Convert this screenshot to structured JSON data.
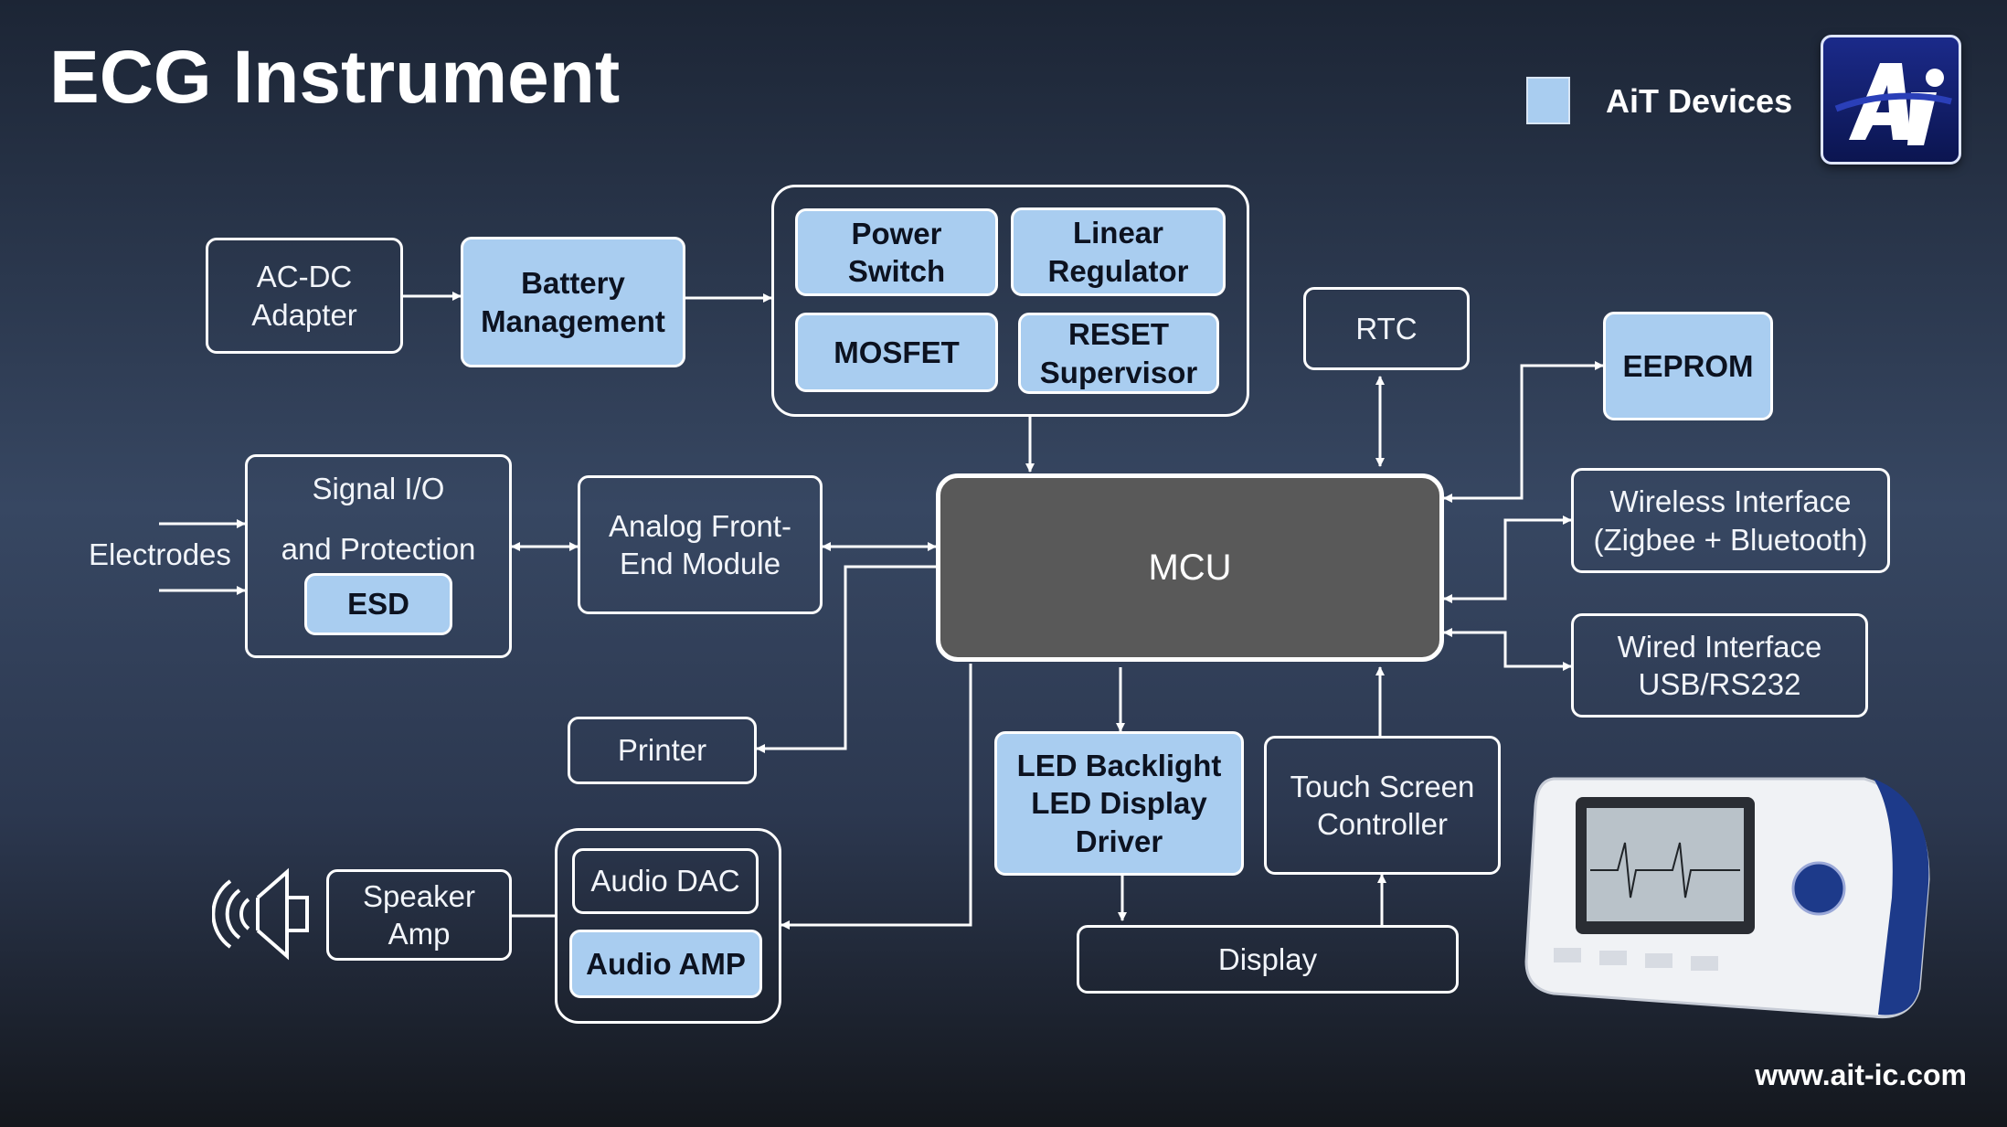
{
  "title": "ECG Instrument",
  "legend": {
    "label": "AiT Devices",
    "swatch_color": "#a9cdf0"
  },
  "website": "www.ait-ic.com",
  "colors": {
    "background_top": "#1c2535",
    "background_bottom": "#14171d",
    "highlight_block": "#a9cdf0",
    "mcu_block": "#595959",
    "wire": "#ffffff"
  },
  "blocks": {
    "ac_dc_adapter": "AC-DC\nAdapter",
    "battery_management": "Battery\nManagement",
    "power_switch": "Power\nSwitch",
    "linear_regulator": "Linear\nRegulator",
    "mosfet": "MOSFET",
    "reset_supervisor": "RESET\nSupervisor",
    "rtc": "RTC",
    "eeprom": "EEPROM",
    "signal_io": "Signal I/O\n\nand Protection",
    "esd": "ESD",
    "analog_front_end": "Analog Front-\nEnd Module",
    "mcu": "MCU",
    "wireless_interface": "Wireless Interface\n(Zigbee + Bluetooth)",
    "wired_interface": "Wired Interface\nUSB/RS232",
    "printer": "Printer",
    "led_driver": "LED Backlight\nLED Display\nDriver",
    "touch_screen_controller": "Touch Screen\nController",
    "display": "Display",
    "speaker_amp": "Speaker\nAmp",
    "audio_dac": "Audio DAC",
    "audio_amp": "Audio AMP"
  },
  "labels": {
    "electrodes": "Electrodes"
  },
  "icons": {
    "speaker": "speaker-icon",
    "logo": "ait-logo",
    "device": "ecg-monitor-device-image"
  }
}
